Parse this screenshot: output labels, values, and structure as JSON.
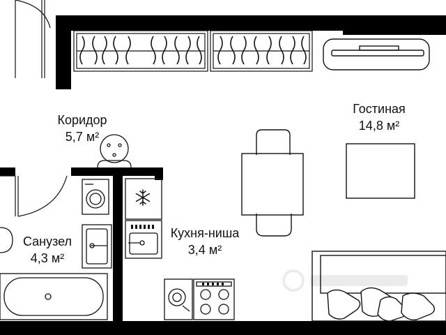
{
  "rooms": {
    "corridor": {
      "name": "Коридор",
      "area": "5,7 м²"
    },
    "living_room": {
      "name": "Гостиная",
      "area": "14,8 м²"
    },
    "bathroom": {
      "name": "Санузел",
      "area": "4,3 м²"
    },
    "kitchen": {
      "name": "Кухня-ниша",
      "area": "3,4 м²"
    }
  },
  "colors": {
    "wall": "#000000",
    "line": "#111111",
    "background": "#ffffff"
  },
  "icons": [
    "snowflake-icon",
    "watermark-logo"
  ]
}
